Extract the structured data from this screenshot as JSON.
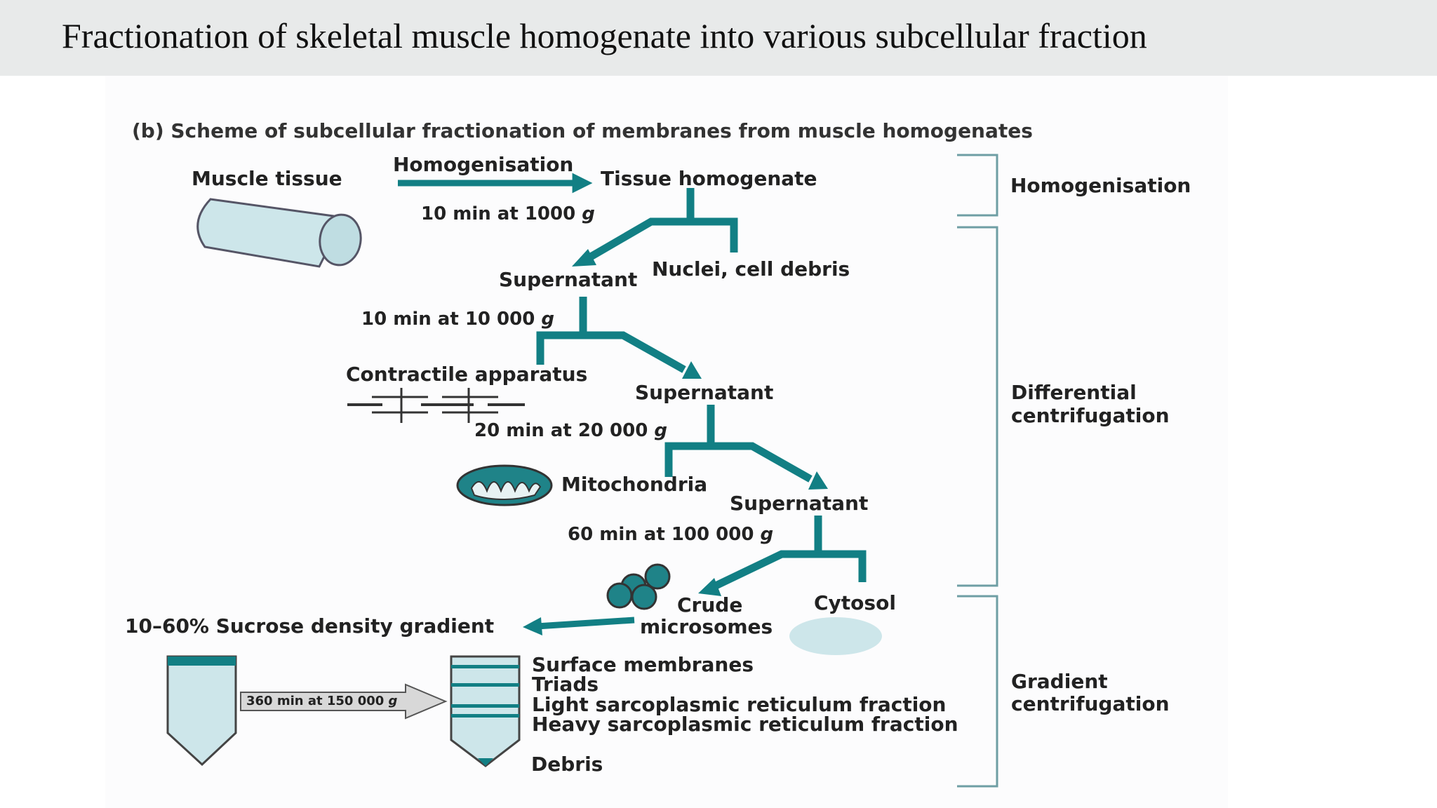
{
  "slide_title": "Fractionation of skeletal muscle homogenate into various subcellular fraction",
  "scheme_title": "(b)  Scheme of subcellular fractionation of membranes from muscle homogenates",
  "colors": {
    "teal": "#127f84",
    "light_fill": "#cde6ea",
    "bracket": "#6e9ea4",
    "title_bar": "#e8eaea"
  },
  "icons": [
    "muscle-tissue-cylinder",
    "contractile-apparatus-sarcomere",
    "mitochondrion",
    "microsome-vesicles",
    "cytosol-ellipse",
    "centrifuge-tube",
    "gradient-arrow"
  ],
  "steps": {
    "muscle_tissue": "Muscle tissue",
    "homogenisation": "Homogenisation",
    "tissue_homogenate": "Tissue homogenate",
    "spin1": [
      "10 min at 1000 ",
      "g"
    ],
    "supernatant1": "Supernatant",
    "nuclei": "Nuclei, cell debris",
    "spin2": [
      "10 min at 10 000 ",
      "g"
    ],
    "contractile": "Contractile apparatus",
    "supernatant2": "Supernatant",
    "spin3": [
      "20 min at 20 000 ",
      "g"
    ],
    "mitochondria": "Mitochondria",
    "supernatant3": "Supernatant",
    "spin4": [
      "60 min at 100 000 ",
      "g"
    ],
    "crude_line1": "Crude",
    "crude_line2": "microsomes",
    "cytosol": "Cytosol",
    "sucrose_gradient": "10–60% Sucrose density gradient",
    "spin5": [
      "360 min at 150 000 ",
      "g"
    ]
  },
  "gradient_bands": [
    "Surface membranes",
    "Triads",
    "Light sarcoplasmic reticulum fraction",
    "Heavy sarcoplasmic reticulum fraction"
  ],
  "debris": "Debris",
  "stages": {
    "homogenisation": [
      "Homogenisation"
    ],
    "differential": [
      "Differential",
      "centrifugation"
    ],
    "gradient": [
      "Gradient",
      "centrifugation"
    ]
  }
}
